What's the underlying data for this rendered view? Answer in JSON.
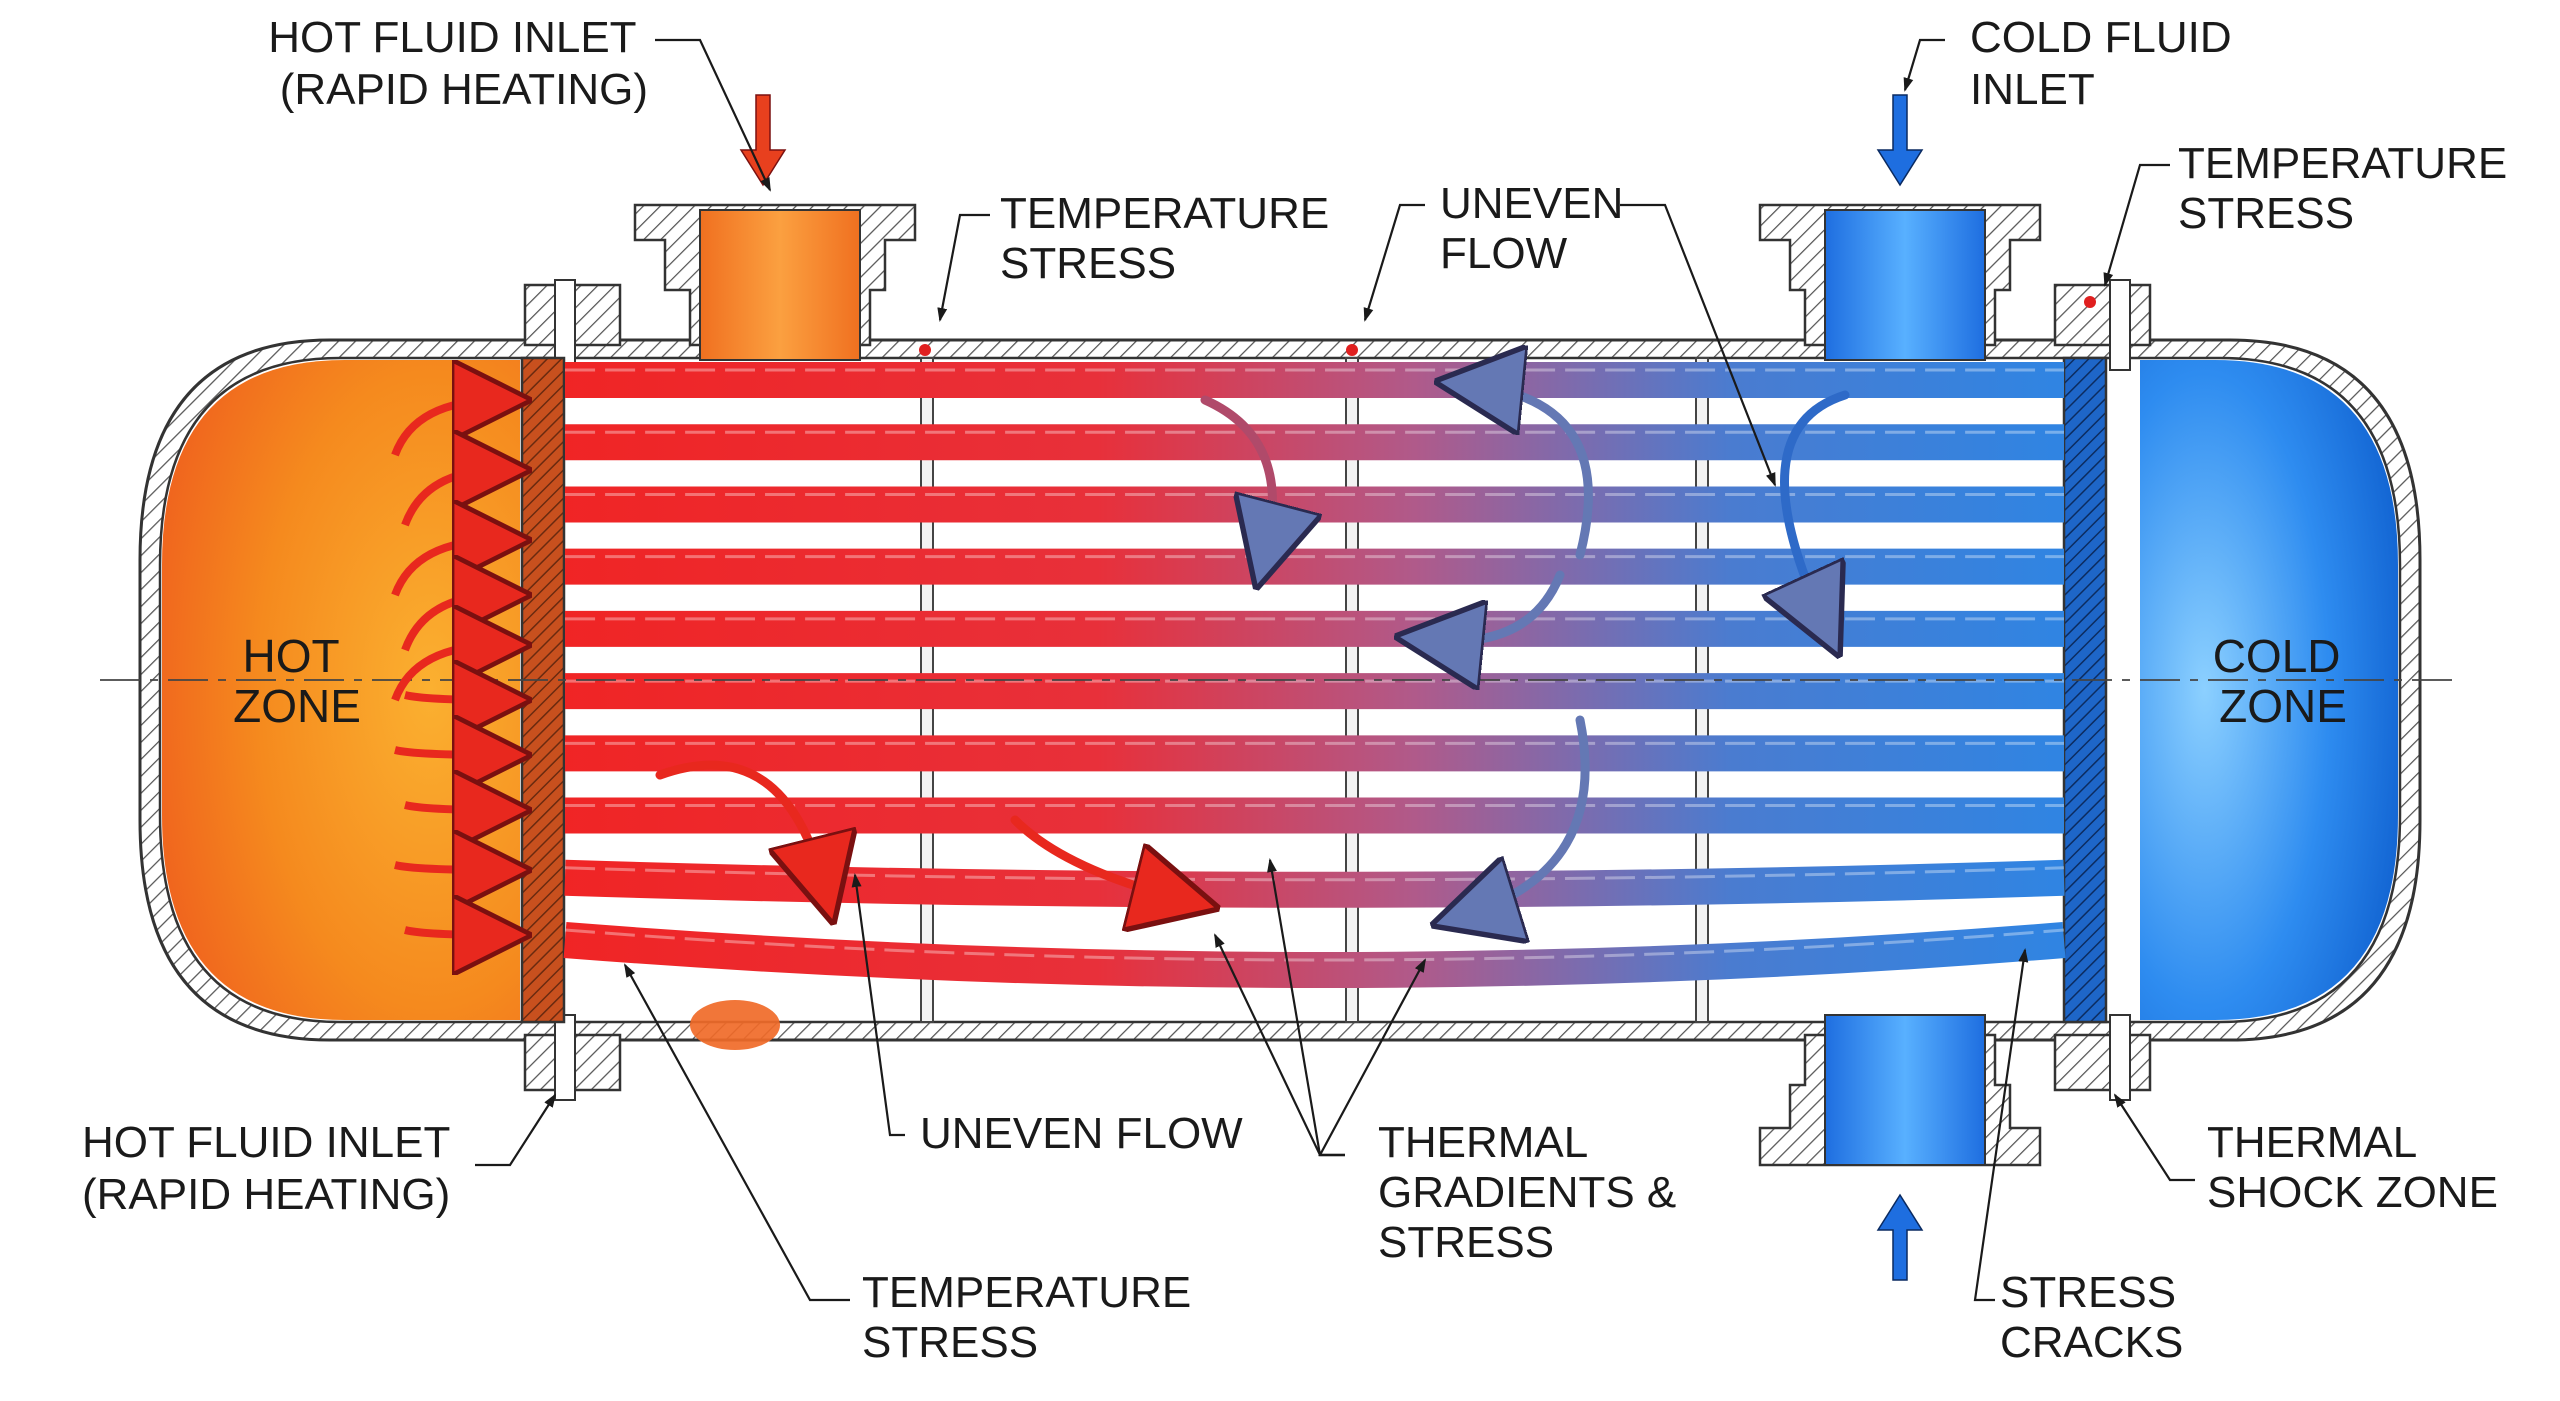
{
  "labels": {
    "hot_inlet_top": [
      "HOT FLUID INLET",
      "(RAPID HEATING)"
    ],
    "hot_inlet_bottom": [
      "HOT FLUID INLET",
      "(RAPID HEATING)"
    ],
    "cold_inlet": [
      "COLD FLUID",
      "INLET"
    ],
    "temp_stress_top_left": [
      "TEMPERATURE",
      "STRESS"
    ],
    "uneven_flow_top": [
      "UNEVEN",
      "FLOW"
    ],
    "temp_stress_top_right": [
      "TEMPERATURE",
      "STRESS"
    ],
    "hot_zone": [
      "HOT",
      "ZONE"
    ],
    "cold_zone": [
      "COLD",
      "ZONE"
    ],
    "uneven_flow_bottom": [
      "UNEVEN FLOW"
    ],
    "thermal_gradients": [
      "THERMAL",
      "GRADIENTS &",
      "STRESS"
    ],
    "thermal_shock": [
      "THERMAL",
      "SHOCK ZONE"
    ],
    "temp_stress_bottom": [
      "TEMPERATURE",
      "STRESS"
    ],
    "stress_cracks": [
      "STRESS",
      "CRACKS"
    ]
  },
  "colors": {
    "hot": "#f0501e",
    "hot_head": "#f5821e",
    "cold": "#1e78e6",
    "tube_hot": "#ee2828",
    "tube_cold": "#2a82e0",
    "arrow_hot": "#e8281e",
    "arrow_cool": "#6478b4",
    "flange_hatch": "#555555"
  },
  "tube_count": 10,
  "baffle_count": 3
}
